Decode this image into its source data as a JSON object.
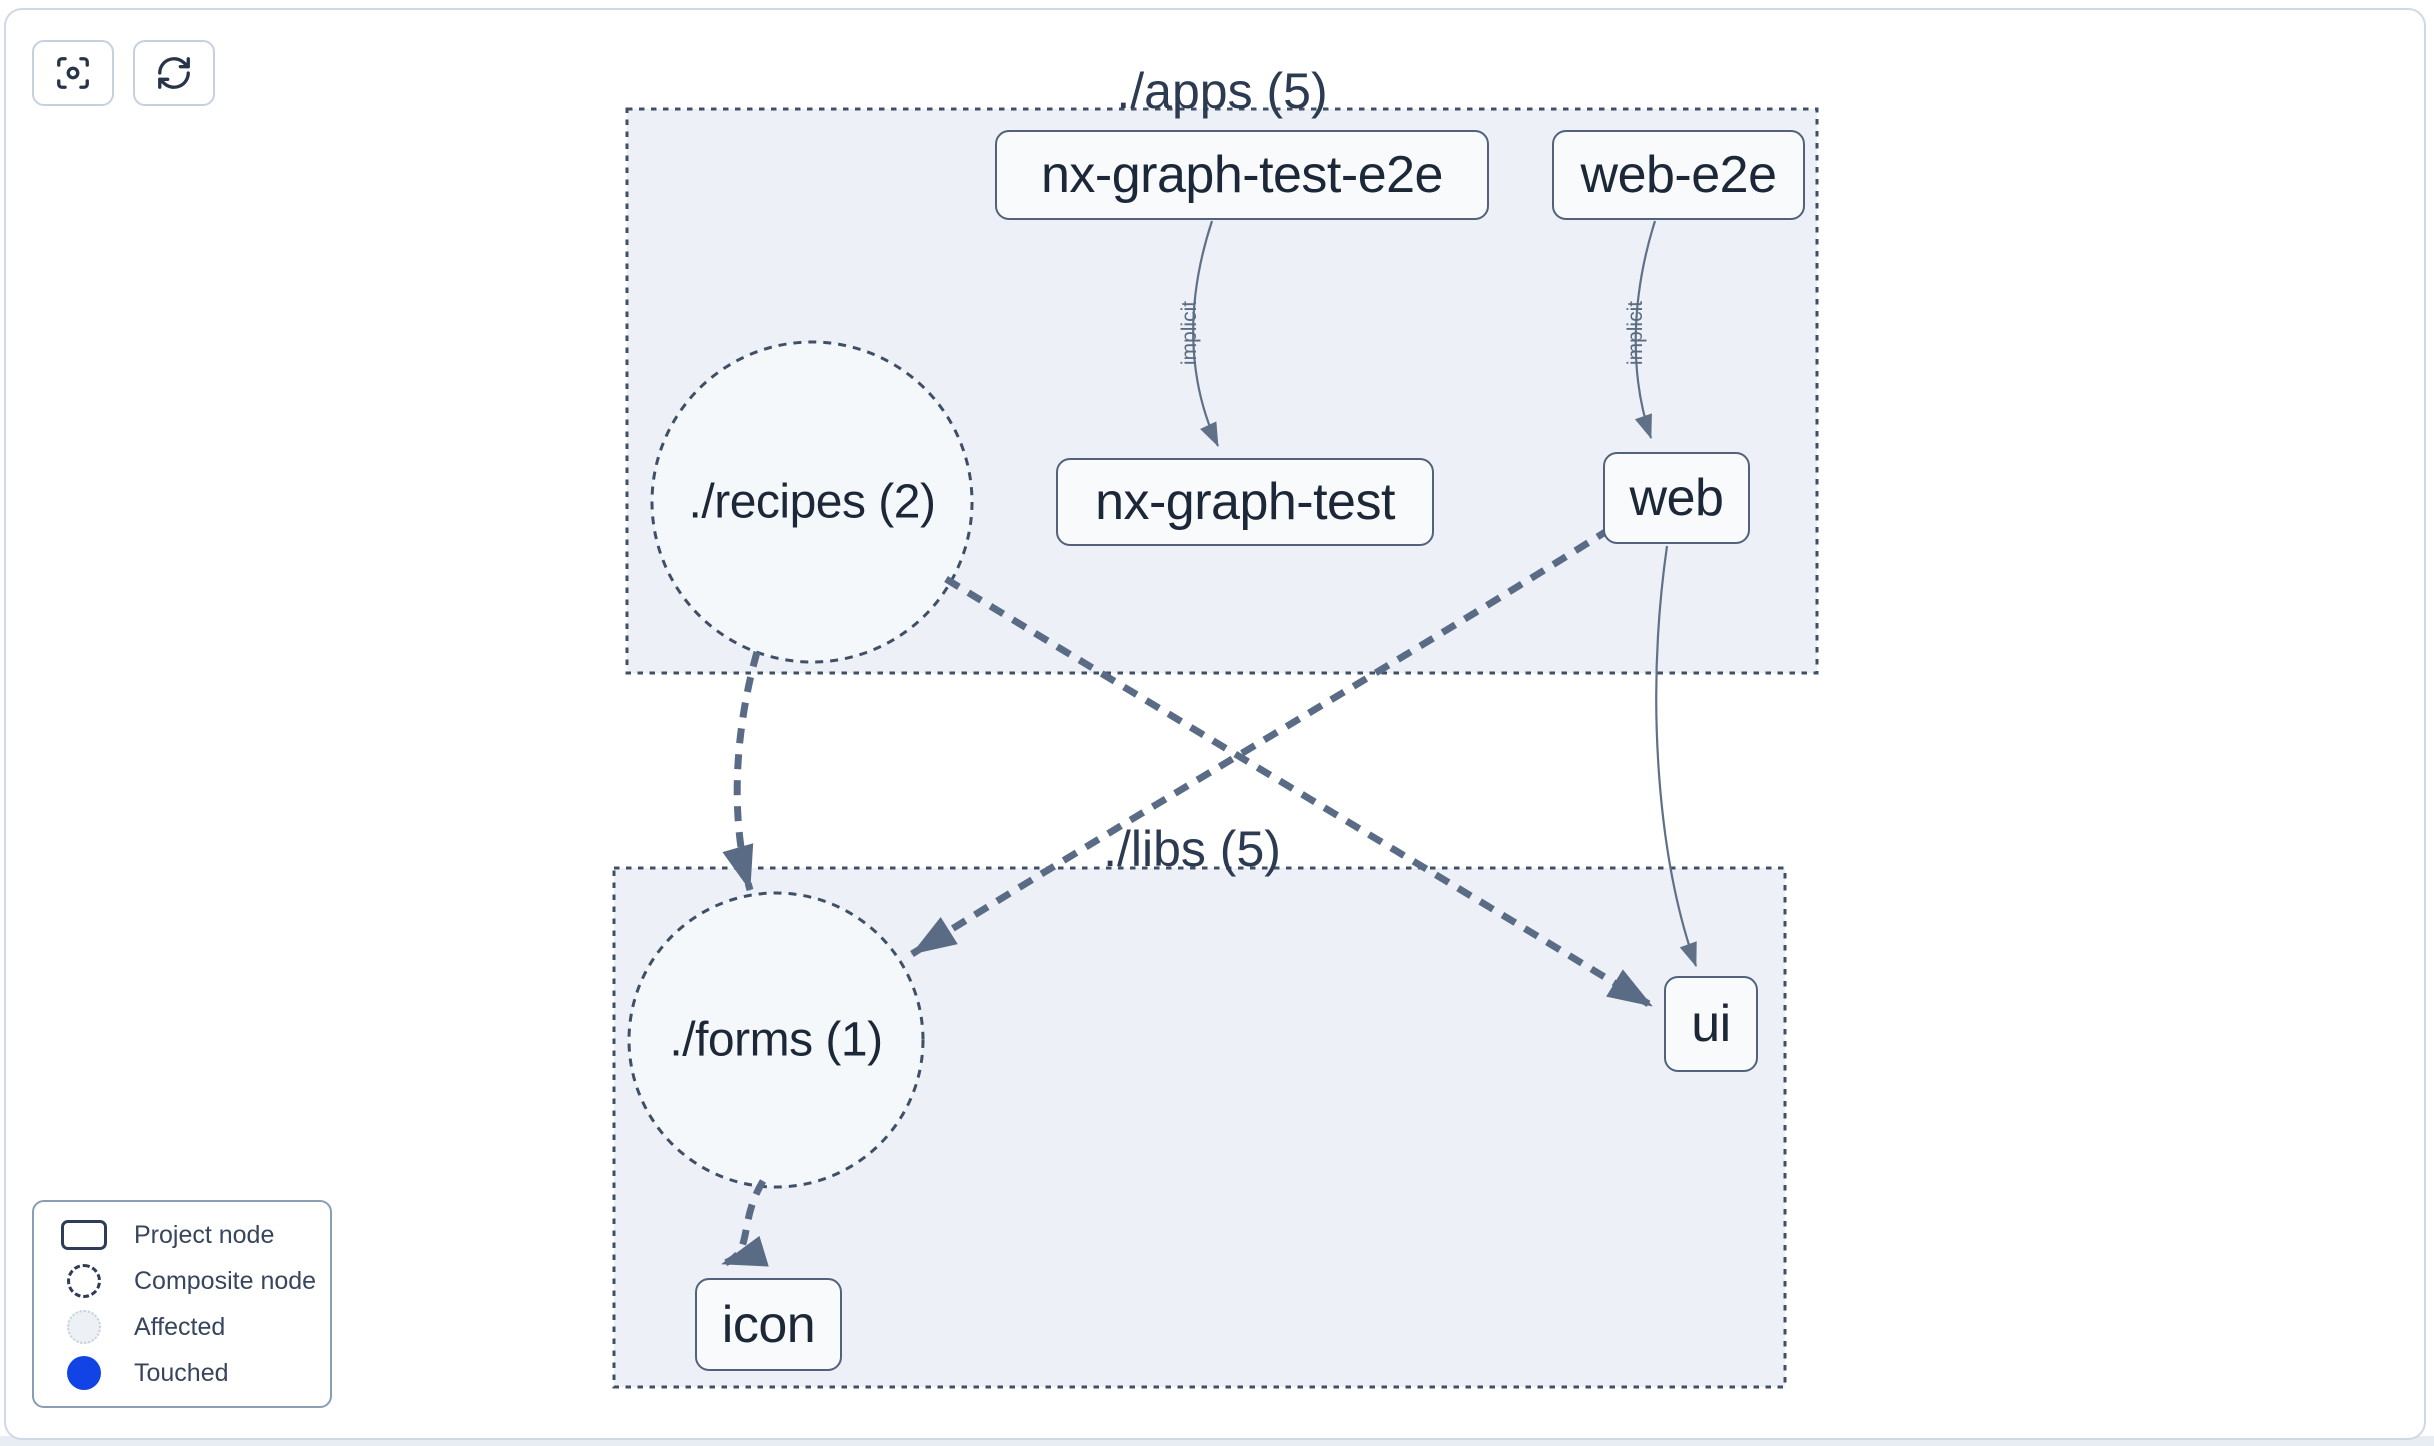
{
  "toolbar": {
    "buttons": [
      {
        "id": "focus",
        "icon": "focus-crosshair-icon"
      },
      {
        "id": "refresh",
        "icon": "refresh-cycle-icon"
      }
    ]
  },
  "clusters": [
    {
      "id": "apps",
      "label": "./apps (5)"
    },
    {
      "id": "libs",
      "label": "./libs (5)"
    }
  ],
  "composite_nodes": [
    {
      "id": "recipes",
      "label": "./recipes (2)"
    },
    {
      "id": "forms",
      "label": "./forms (1)"
    }
  ],
  "project_nodes": [
    {
      "id": "nx-graph-test-e2e",
      "label": "nx-graph-test-e2e"
    },
    {
      "id": "web-e2e",
      "label": "web-e2e"
    },
    {
      "id": "nx-graph-test",
      "label": "nx-graph-test"
    },
    {
      "id": "web",
      "label": "web"
    },
    {
      "id": "ui",
      "label": "ui"
    },
    {
      "id": "icon",
      "label": "icon"
    }
  ],
  "edges": [
    {
      "from": "nx-graph-test-e2e",
      "to": "nx-graph-test",
      "label": "implicit",
      "style": "solid"
    },
    {
      "from": "web-e2e",
      "to": "web",
      "label": "implicit",
      "style": "solid"
    },
    {
      "from": "web",
      "to": "ui",
      "label": "",
      "style": "solid"
    },
    {
      "from": "./recipes",
      "to": "./forms",
      "label": "",
      "style": "dashed"
    },
    {
      "from": "./recipes",
      "to": "ui",
      "label": "",
      "style": "dashed"
    },
    {
      "from": "web",
      "to": "./forms",
      "label": "",
      "style": "dashed"
    },
    {
      "from": "./forms",
      "to": "icon",
      "label": "",
      "style": "dashed"
    }
  ],
  "legend": {
    "items": [
      {
        "label": "Project node",
        "swatch": "project-rect"
      },
      {
        "label": "Composite node",
        "swatch": "dashed-circle"
      },
      {
        "label": "Affected",
        "swatch": "affected-circle"
      },
      {
        "label": "Touched",
        "swatch": "touched-circle"
      }
    ],
    "touched_color": "#1243e4",
    "affected_color": "#edf1f5"
  },
  "colors": {
    "cluster_fill": "#edf1f7",
    "cluster_border": "#3e4f66",
    "node_fill": "#f8fafc",
    "node_border": "#52627b",
    "edge": "#5a6c85",
    "text_dark": "#1c2738",
    "text_slate": "#5a6b82"
  }
}
